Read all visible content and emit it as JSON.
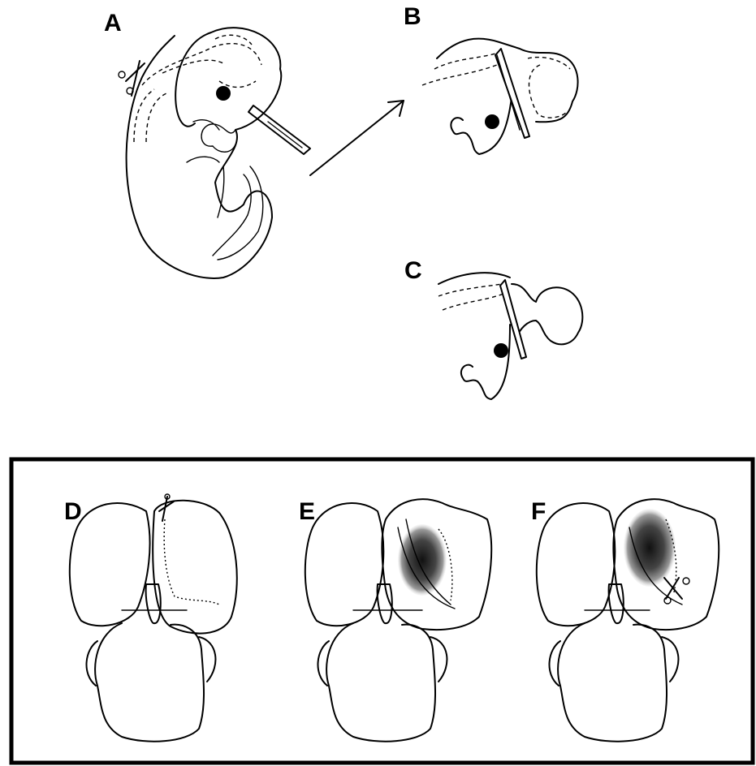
{
  "panels": {
    "a": {
      "label": "A"
    },
    "b": {
      "label": "B"
    },
    "c": {
      "label": "C"
    },
    "d": {
      "label": "D"
    },
    "e": {
      "label": "E"
    },
    "f": {
      "label": "F"
    }
  }
}
